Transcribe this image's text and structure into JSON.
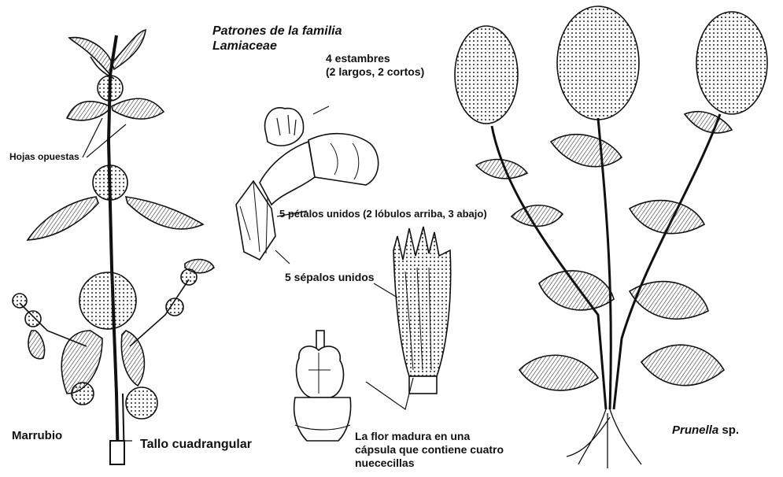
{
  "title": {
    "line1": "Patrones de la familia",
    "line2": "Lamiaceae"
  },
  "labels": {
    "stamens_line1": "4 estambres",
    "stamens_line2": "(2 largos, 2 cortos)",
    "opposite_leaves": "Hojas opuestas",
    "petals": "5 pétalos unidos (2 lóbulos arriba, 3 abajo)",
    "sepals": "5 sépalos unidos",
    "capsule_line1": "La flor madura en una",
    "capsule_line2": "cápsula que contiene cuatro",
    "capsule_line3": "nuececillas",
    "marrubio": "Marrubio",
    "square_stem": "Tallo cuadrangular",
    "prunella_genus": "Prunella",
    "prunella_sp": " sp."
  },
  "colors": {
    "ink": "#111111",
    "background": "#ffffff"
  }
}
